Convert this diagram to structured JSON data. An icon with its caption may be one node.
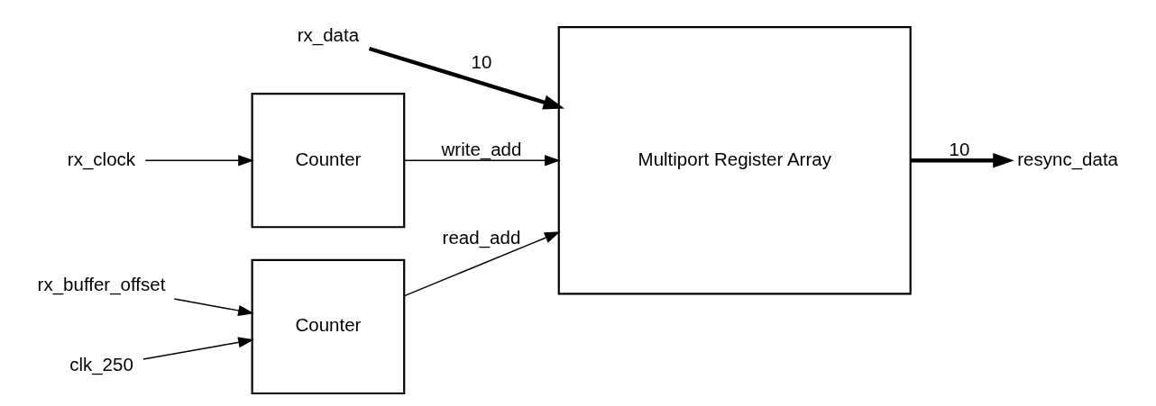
{
  "diagram": {
    "nodes": [
      {
        "text": [
          "rx_data"
        ]
      },
      {
        "text": [
          "rx_clock"
        ]
      },
      {
        "text": [
          "Counter"
        ]
      },
      {
        "text": [
          "Multiport Register Array"
        ]
      },
      {
        "text": [
          "resync_data"
        ]
      },
      {
        "text": [
          "rx_buffer_offset"
        ]
      },
      {
        "text": [
          "clk_250"
        ]
      },
      {
        "text": [
          "Counter"
        ]
      }
    ],
    "edges": [
      {
        "from": 0,
        "to": 3,
        "arrow": "to",
        "label": "10",
        "style": "thick"
      },
      {
        "from": 1,
        "to": 2,
        "arrow": "to"
      },
      {
        "from": 2,
        "to": 3,
        "arrow": "to",
        "label": "write_add"
      },
      {
        "from": 3,
        "to": 4,
        "arrow": "to",
        "label": "10",
        "style": "thick"
      },
      {
        "from": 5,
        "to": 7,
        "arrow": "to"
      },
      {
        "from": 6,
        "to": 7,
        "arrow": "to"
      },
      {
        "from": 7,
        "to": 3,
        "arrow": "to",
        "label": "read_add"
      }
    ]
  }
}
